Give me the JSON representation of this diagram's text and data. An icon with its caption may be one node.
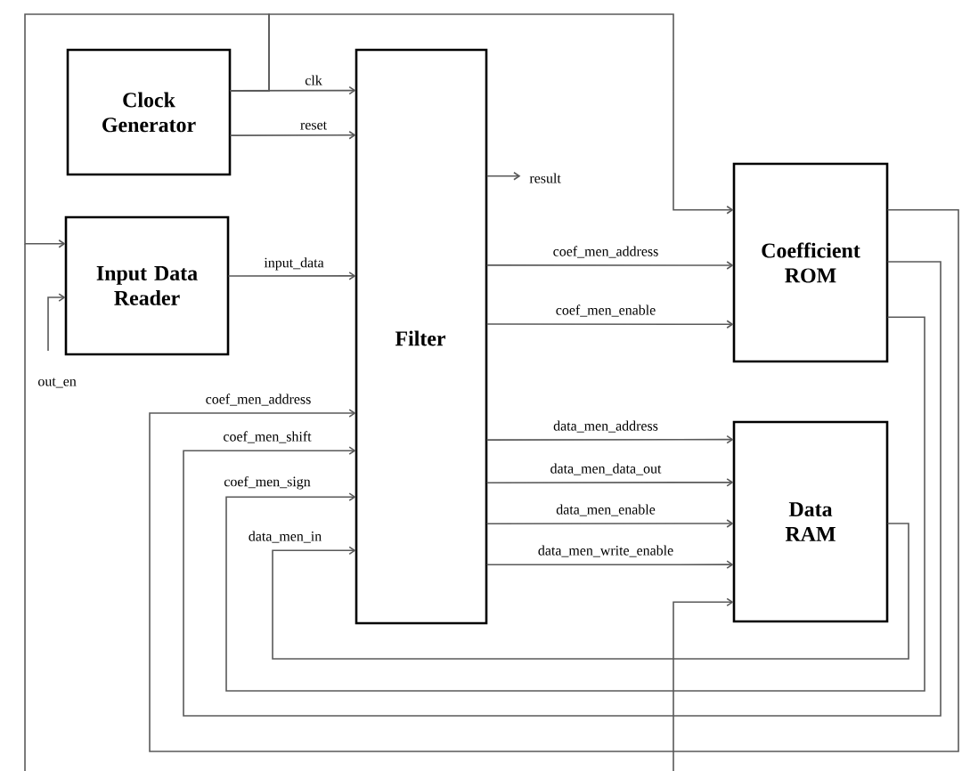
{
  "diagram": {
    "nodes": [
      {
        "text": [
          "Clock Generator"
        ]
      },
      {
        "text": [
          "Input Data Reader"
        ]
      },
      {
        "text": [
          "Filter"
        ]
      },
      {
        "text": [
          "Coefficient ROM"
        ]
      },
      {
        "text": [
          "Data RAM"
        ]
      }
    ],
    "edges": [
      {
        "from": 0,
        "to": 2,
        "arrow": "to",
        "label": "clk"
      },
      {
        "from": 0,
        "to": 2,
        "arrow": "to",
        "label": "reset"
      },
      {
        "from": 0,
        "to": 1,
        "arrow": "to"
      },
      {
        "from": 0,
        "to": 3,
        "arrow": "to"
      },
      {
        "from": null,
        "to": 1,
        "arrow": "to",
        "label": "out_en"
      },
      {
        "from": 1,
        "to": 2,
        "arrow": "to",
        "label": "input_data"
      },
      {
        "from": 2,
        "to": null,
        "arrow": "to",
        "label": "result"
      },
      {
        "from": 2,
        "to": 3,
        "arrow": "to",
        "label": "coef_men_address"
      },
      {
        "from": 2,
        "to": 3,
        "arrow": "to",
        "label": "coef_men_enable"
      },
      {
        "from": 2,
        "to": 4,
        "arrow": "to",
        "label": "data_men_address"
      },
      {
        "from": 2,
        "to": 4,
        "arrow": "to",
        "label": "data_men_data_out"
      },
      {
        "from": 2,
        "to": 4,
        "arrow": "to",
        "label": "data_men_enable"
      },
      {
        "from": 2,
        "to": 4,
        "arrow": "to",
        "label": "data_men_write_enable"
      },
      {
        "from": 3,
        "to": 2,
        "arrow": "to",
        "label": "coef_men_address"
      },
      {
        "from": 3,
        "to": 2,
        "arrow": "to",
        "label": "coef_men_shift"
      },
      {
        "from": 3,
        "to": 2,
        "arrow": "to",
        "label": "coef_men_sign"
      },
      {
        "from": 4,
        "to": 2,
        "arrow": "to",
        "label": "data_men_in"
      },
      {
        "from": null,
        "to": 4,
        "arrow": "to"
      }
    ]
  }
}
